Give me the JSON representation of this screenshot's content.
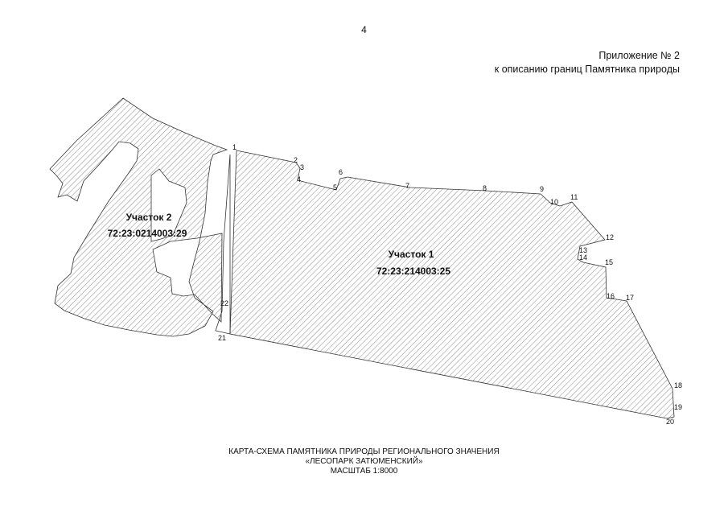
{
  "page_number": "4",
  "appendix": {
    "line1": "Приложение № 2",
    "line2": "к описанию границ Памятника природы"
  },
  "plots": [
    {
      "name": "Участок 1",
      "cadastral": "72:23:214003:25"
    },
    {
      "name": "Участок 2",
      "cadastral": "72:23:0214003:29"
    }
  ],
  "points": [
    "1",
    "2",
    "3",
    "4",
    "5",
    "6",
    "7",
    "8",
    "9",
    "10",
    "11",
    "12",
    "13",
    "14",
    "15",
    "16",
    "17",
    "18",
    "19",
    "20",
    "21",
    "22"
  ],
  "caption": {
    "line1": "КАРТА-СХЕМА ПАМЯТНИКА ПРИРОДЫ РЕГИОНАЛЬНОГО ЗНАЧЕНИЯ",
    "line2": "«ЛЕСОПАРК ЗАТЮМЕНСКИЙ»",
    "line3": "МАСШТАБ 1:8000"
  },
  "colors": {
    "outline": "#333333",
    "hatch": "#555555"
  }
}
